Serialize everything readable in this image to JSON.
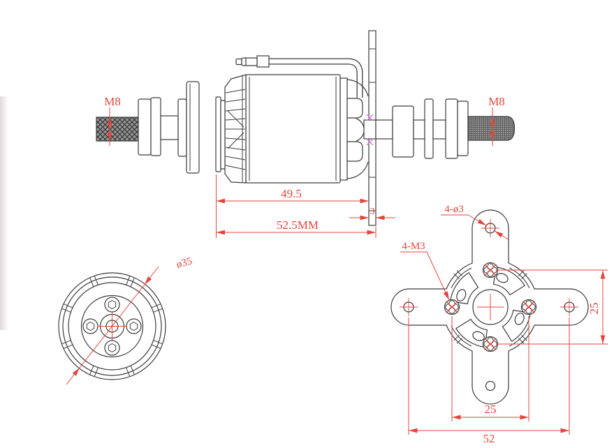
{
  "colors": {
    "outline": "#3b3b3b",
    "dimension_red": "#e2463d",
    "pink_thread_mark": "#d879de",
    "thread_fill_left": "#949494",
    "thread_fill_right": "#636363",
    "background": "#ffffff"
  },
  "side_view": {
    "shaft_thread_left": "M8",
    "shaft_thread_right": "M8",
    "dim_body_length": "49.5",
    "dim_overall_length": "52.5MM",
    "dim_mount_plate_thickness": "3"
  },
  "front_view": {
    "dim_case_diameter": "ø35"
  },
  "mount_view": {
    "label_arm_holes": "4-ø3",
    "label_screw_holes": "4-M3",
    "dim_screw_spacing_vertical": "25",
    "dim_screw_spacing_horizontal": "25",
    "dim_arm_hole_span": "52"
  }
}
